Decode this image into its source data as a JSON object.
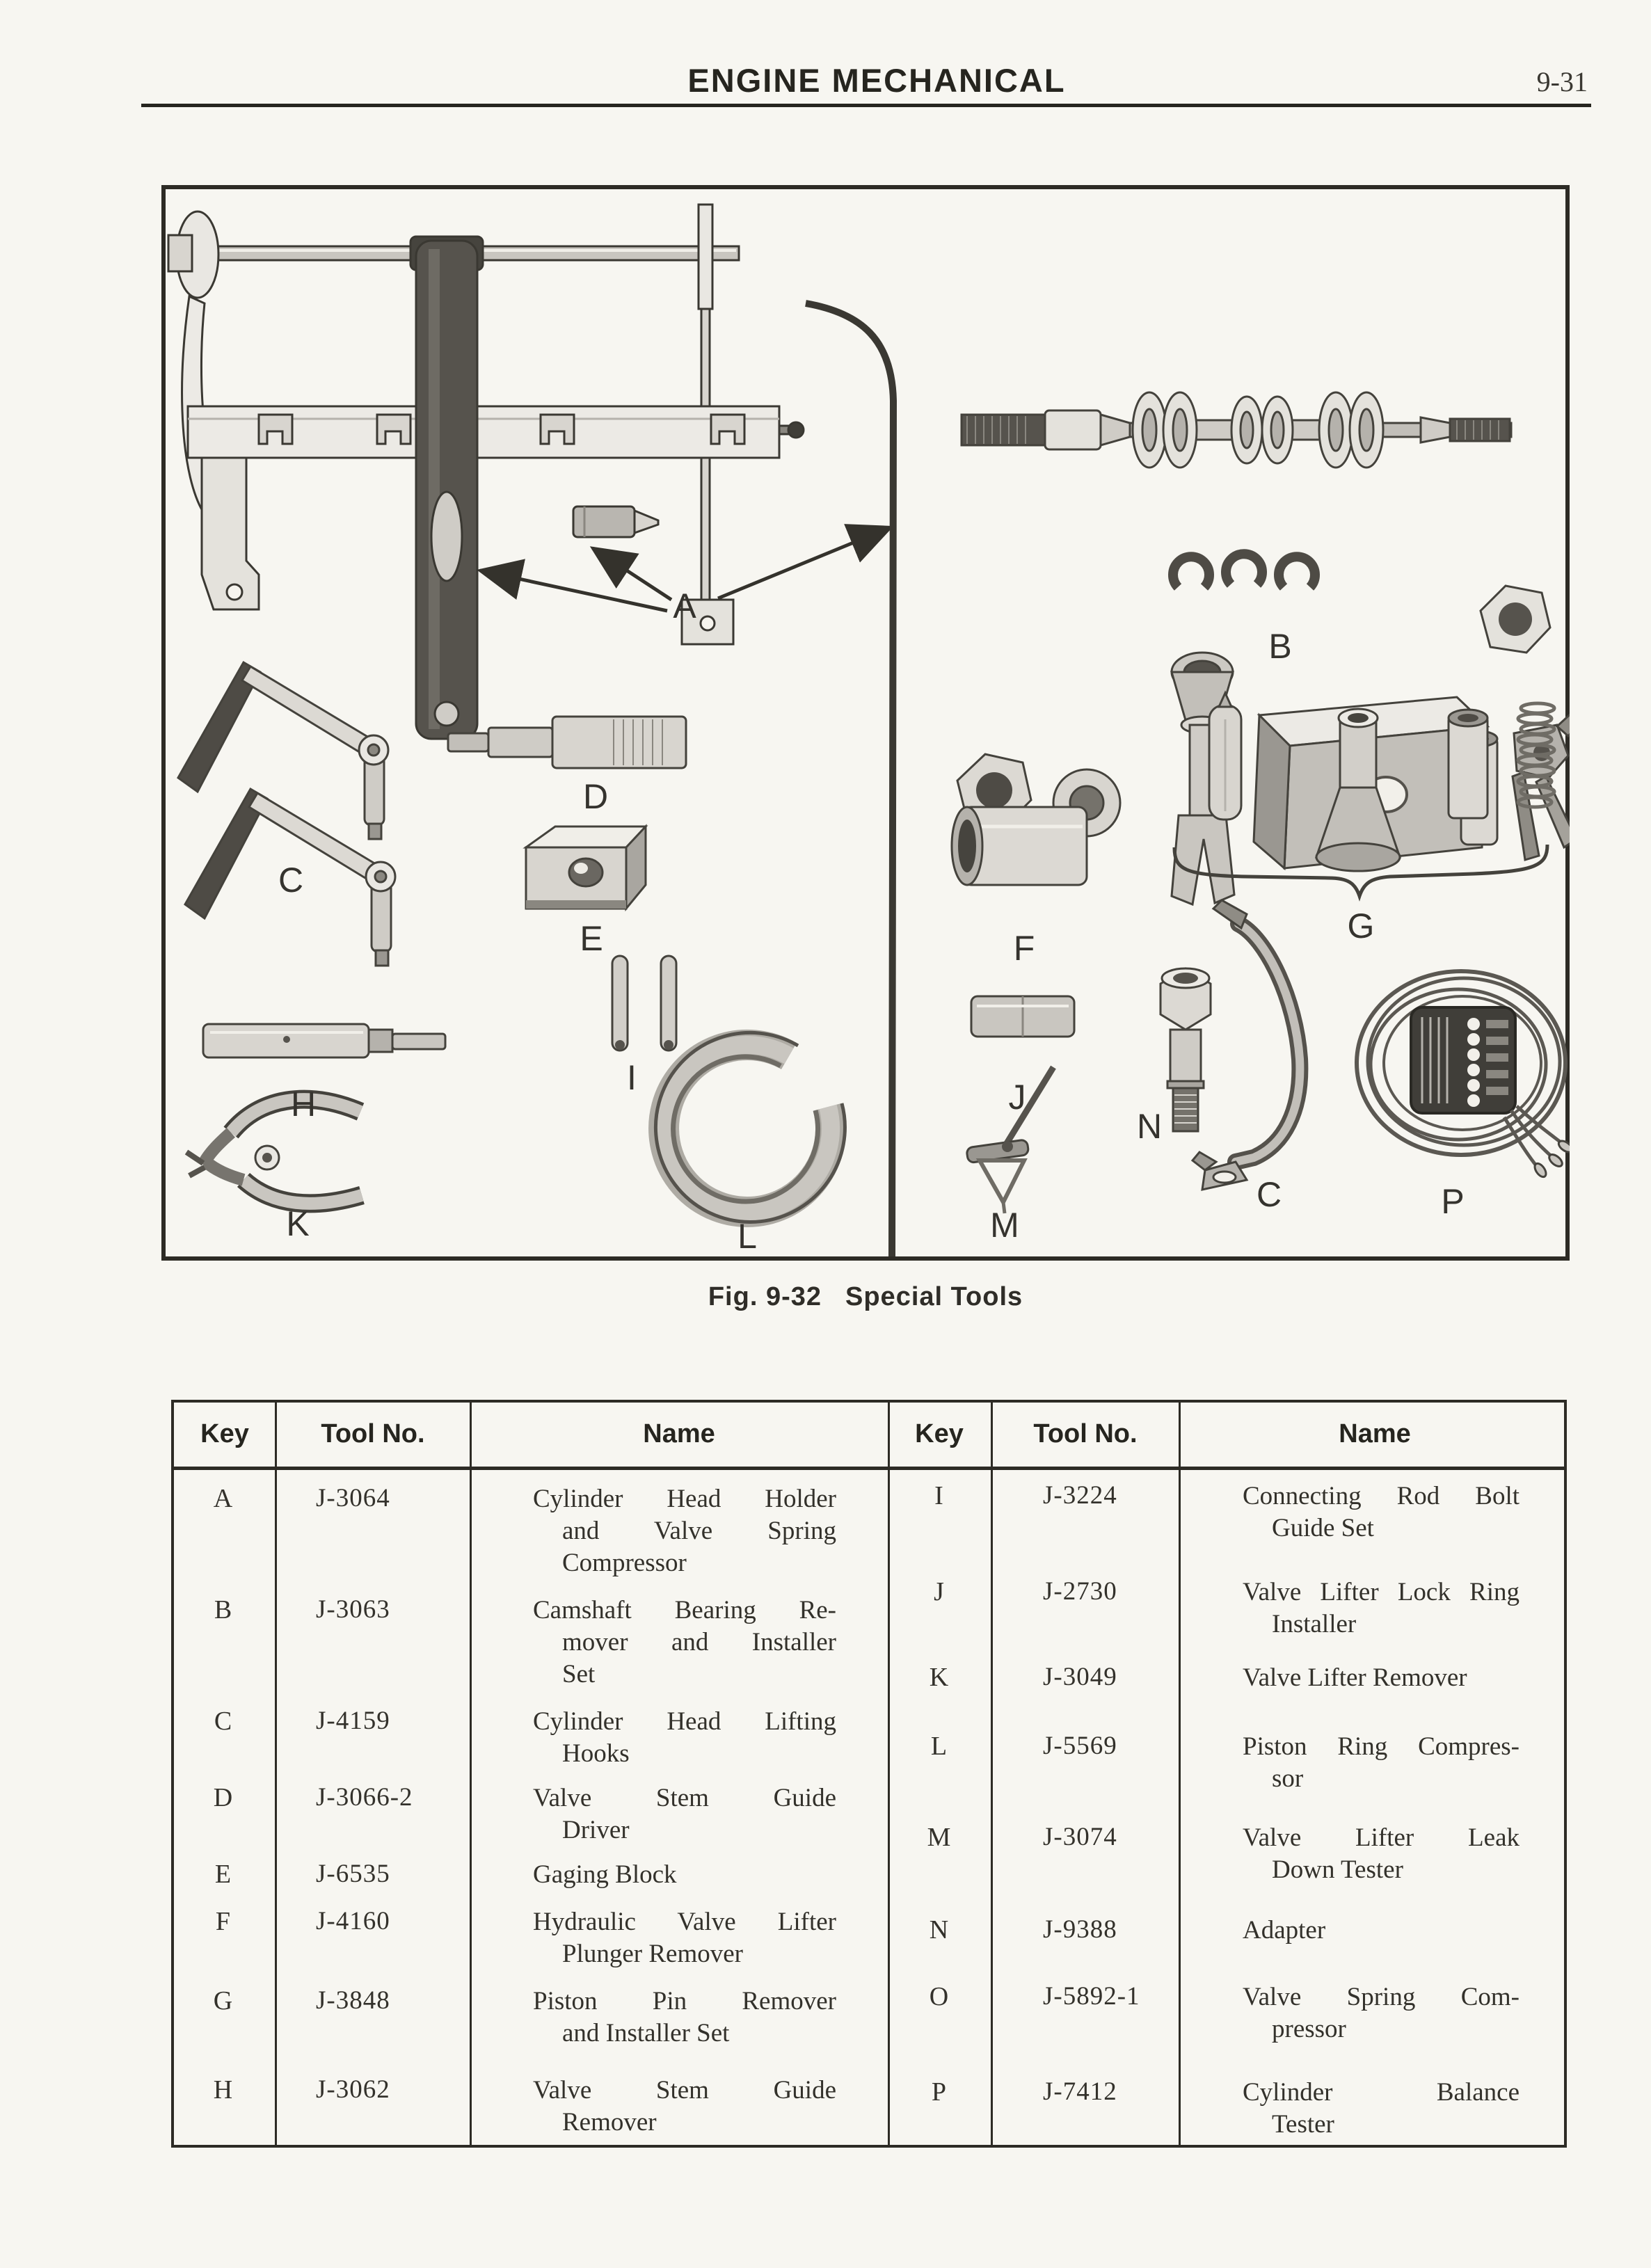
{
  "page": {
    "title": "ENGINE MECHANICAL",
    "page_number": "9-31"
  },
  "figure": {
    "caption_fig": "Fig. 9-32",
    "caption_title": "Special Tools",
    "labels": [
      "A",
      "B",
      "C",
      "D",
      "E",
      "F",
      "G",
      "H",
      "I",
      "J",
      "K",
      "L",
      "M",
      "N",
      "C",
      "P"
    ]
  },
  "table": {
    "column_headers": {
      "key": "Key",
      "tool_no": "Tool No.",
      "name": "Name"
    },
    "left_rows": [
      {
        "key": "A",
        "tool_no": "J-3064",
        "name_lines": [
          "Cylinder Head Holder",
          "and Valve Spring",
          "Compressor"
        ]
      },
      {
        "key": "B",
        "tool_no": "J-3063",
        "name_lines": [
          "Camshaft Bearing Re-",
          "mover and Installer",
          "Set"
        ]
      },
      {
        "key": "C",
        "tool_no": "J-4159",
        "name_lines": [
          "Cylinder Head Lifting",
          "Hooks"
        ]
      },
      {
        "key": "D",
        "tool_no": "J-3066-2",
        "name_lines": [
          "Valve Stem Guide",
          "Driver"
        ]
      },
      {
        "key": "E",
        "tool_no": "J-6535",
        "name_lines": [
          "Gaging Block"
        ]
      },
      {
        "key": "F",
        "tool_no": "J-4160",
        "name_lines": [
          "Hydraulic Valve Lifter",
          "Plunger Remover"
        ]
      },
      {
        "key": "G",
        "tool_no": "J-3848",
        "name_lines": [
          "Piston Pin Remover",
          "and Installer Set"
        ]
      },
      {
        "key": "H",
        "tool_no": "J-3062",
        "name_lines": [
          "Valve Stem Guide",
          "Remover"
        ]
      }
    ],
    "right_rows": [
      {
        "key": "I",
        "tool_no": "J-3224",
        "name_lines": [
          "Connecting Rod Bolt",
          "Guide Set"
        ]
      },
      {
        "key": "J",
        "tool_no": "J-2730",
        "name_lines": [
          "Valve Lifter Lock Ring",
          "Installer"
        ]
      },
      {
        "key": "K",
        "tool_no": "J-3049",
        "name_lines": [
          "Valve Lifter Remover"
        ]
      },
      {
        "key": "L",
        "tool_no": "J-5569",
        "name_lines": [
          "Piston Ring Compres-",
          "sor"
        ]
      },
      {
        "key": "M",
        "tool_no": "J-3074",
        "name_lines": [
          "Valve Lifter Leak",
          "Down Tester"
        ]
      },
      {
        "key": "N",
        "tool_no": "J-9388",
        "name_lines": [
          "Adapter"
        ]
      },
      {
        "key": "O",
        "tool_no": "J-5892-1",
        "name_lines": [
          "Valve Spring Com-",
          "pressor"
        ]
      },
      {
        "key": "P",
        "tool_no": "J-7412",
        "name_lines": [
          "Cylinder Balance",
          "Tester"
        ]
      }
    ]
  }
}
